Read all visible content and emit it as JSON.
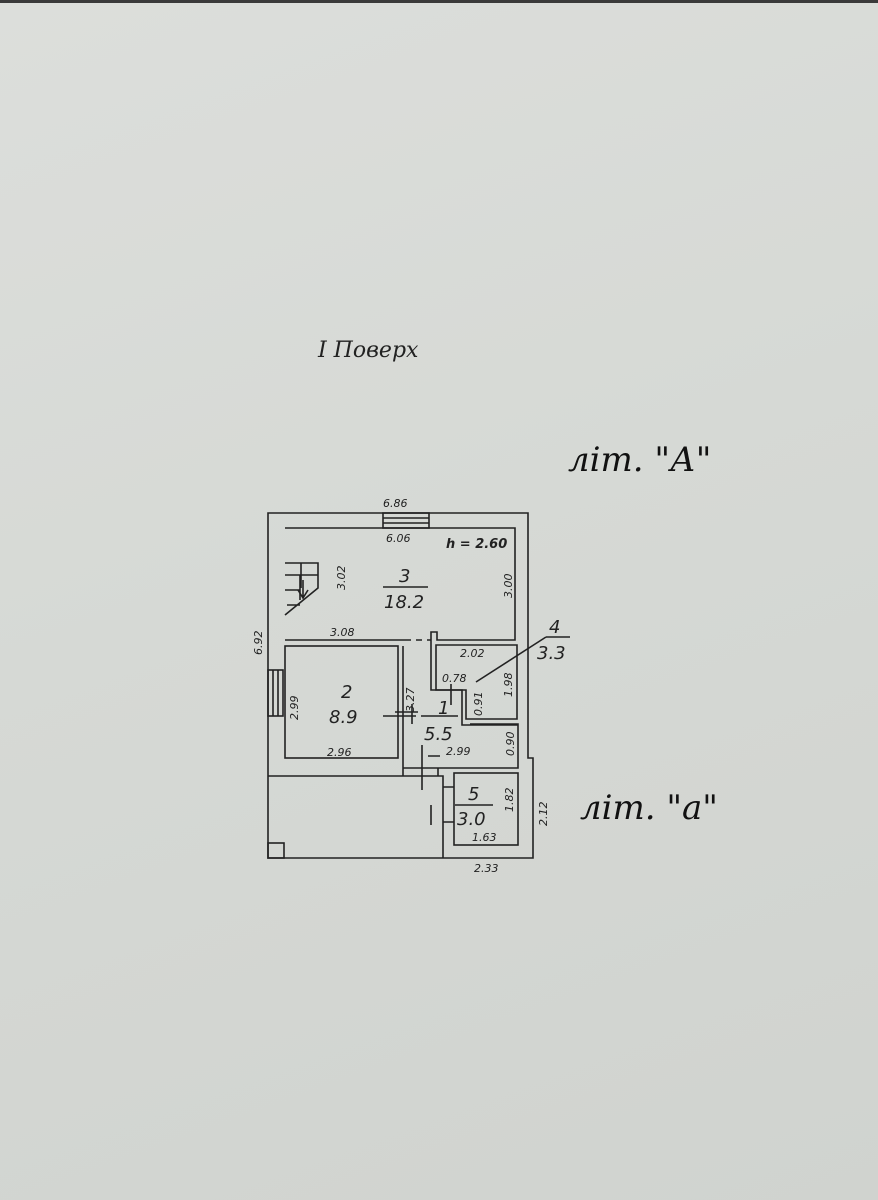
{
  "floor_title": "І Поверх",
  "lit_main": "літ. \"А\"",
  "lit_annex": "літ. \"а\"",
  "height_note": "h = 2.60",
  "rooms": [
    {
      "number": "1",
      "area": "5.5"
    },
    {
      "number": "2",
      "area": "8.9"
    },
    {
      "number": "3",
      "area": "18.2"
    },
    {
      "number": "4",
      "area": "3.3"
    },
    {
      "number": "5",
      "area": "3.0"
    }
  ],
  "dimensions": {
    "outer_width": "6.86",
    "outer_height": "6.92",
    "room3_width": "6.06",
    "room3_left_height": "3.02",
    "room3_right_height": "3.00",
    "room3_bottom": "3.08",
    "room2_height": "2.99",
    "room2_width": "2.96",
    "room1_height": "3.27",
    "room1_width": "2.99",
    "room4_width": "2.02",
    "room4_height": "1.98",
    "room4_notch_w": "0.78",
    "room4_notch_h": "0.91",
    "room1_nook": "0.90",
    "room5_height": "1.82",
    "room5_width": "1.63",
    "annex_height": "2.12",
    "annex_width": "2.33"
  }
}
